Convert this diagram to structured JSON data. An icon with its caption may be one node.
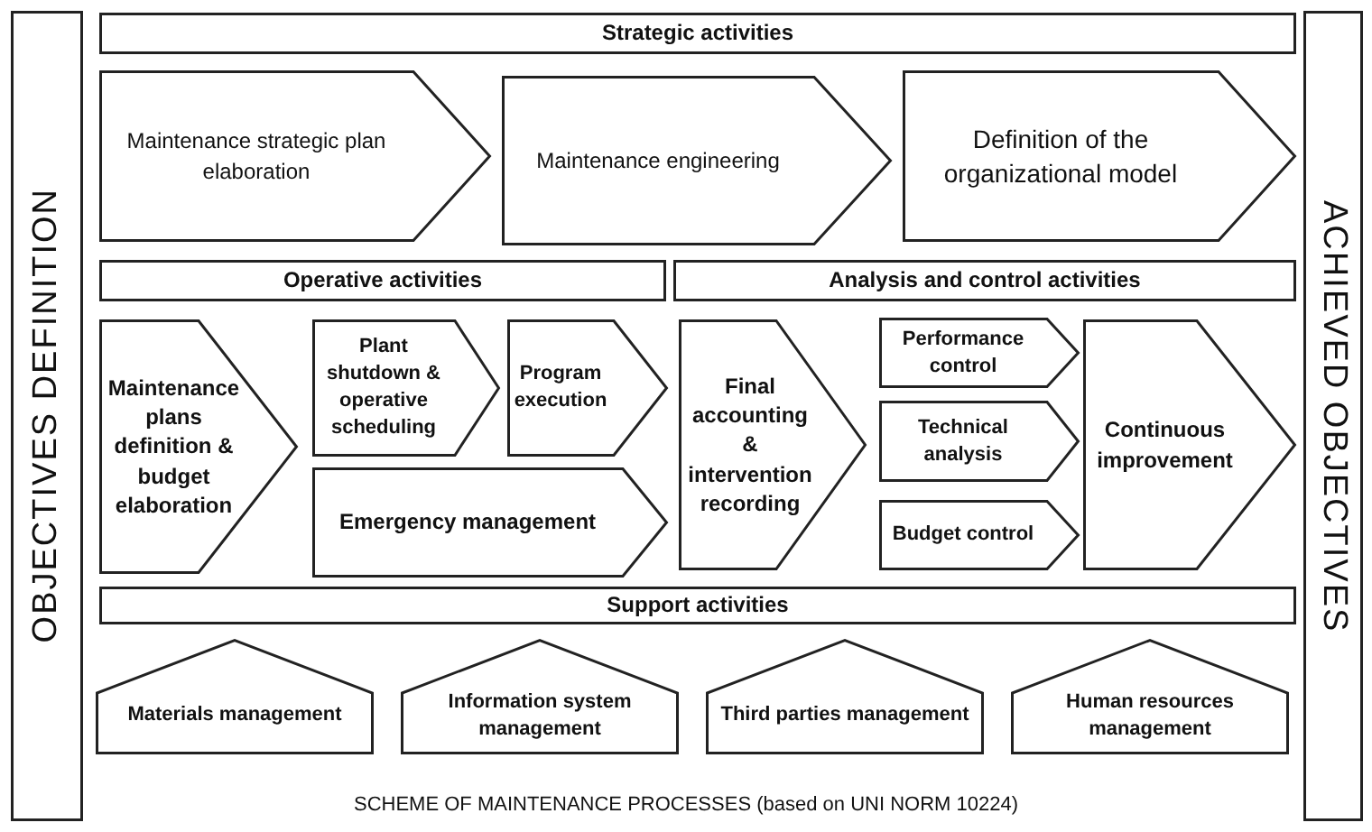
{
  "diagram": {
    "caption": "SCHEME OF MAINTENANCE PROCESSES (based on UNI NORM 10224)",
    "nodes": [
      {
        "text": [
          "OBJECTIVES DEFINITION"
        ]
      },
      {
        "text": [
          "Strategic activities"
        ]
      },
      {
        "text": [
          "Maintenance strategic plan elaboration"
        ]
      },
      {
        "text": [
          "Maintenance engineering"
        ]
      },
      {
        "text": [
          "Definition of the organizational model"
        ]
      },
      {
        "text": [
          "Operative activities"
        ]
      },
      {
        "text": [
          "Analysis and control activities"
        ]
      },
      {
        "text": [
          "Maintenance plans definition & budget elaboration"
        ]
      },
      {
        "text": [
          "Plant shutdown & operative scheduling"
        ]
      },
      {
        "text": [
          "Program execution"
        ]
      },
      {
        "text": [
          "Emergency management"
        ]
      },
      {
        "text": [
          "Final accounting & intervention recording"
        ]
      },
      {
        "text": [
          "Performance control"
        ]
      },
      {
        "text": [
          "Technical analysis"
        ]
      },
      {
        "text": [
          "Budget control"
        ]
      },
      {
        "text": [
          "Continuous improvement"
        ]
      },
      {
        "text": [
          "Support activities"
        ]
      },
      {
        "text": [
          "Materials management"
        ]
      },
      {
        "text": [
          "Information system management"
        ]
      },
      {
        "text": [
          "Third parties management"
        ]
      },
      {
        "text": [
          "Human resources management"
        ]
      },
      {
        "text": [
          "ACHIEVED OBJECTIVES"
        ]
      }
    ]
  }
}
